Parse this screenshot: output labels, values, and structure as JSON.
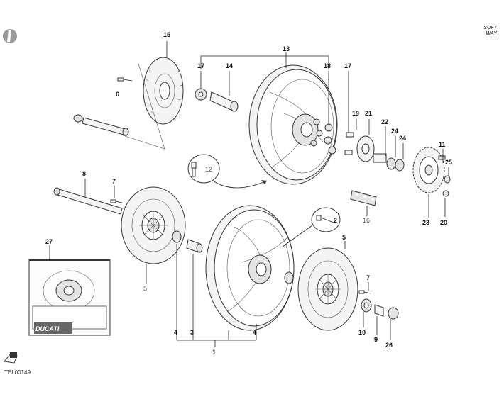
{
  "logo_text": "SOFT WAY",
  "ducati_badge": "DUCATI",
  "drawing_code": "TEL00149",
  "callouts": {
    "c1": "1",
    "c2": "2",
    "c3": "3",
    "c4a": "4",
    "c4b": "4",
    "c5a": "5",
    "c5b": "5",
    "c6": "6",
    "c7a": "7",
    "c7b": "7",
    "c8": "8",
    "c9": "9",
    "c10": "10",
    "c11": "11",
    "c12": "12",
    "c13": "13",
    "c14": "14",
    "c15": "15",
    "c16": "16",
    "c17a": "17",
    "c17b": "17",
    "c18": "18",
    "c19": "19",
    "c20": "20",
    "c21": "21",
    "c22": "22",
    "c23": "23",
    "c24a": "24",
    "c24b": "24",
    "c25": "25",
    "c26": "26",
    "c27": "27"
  }
}
